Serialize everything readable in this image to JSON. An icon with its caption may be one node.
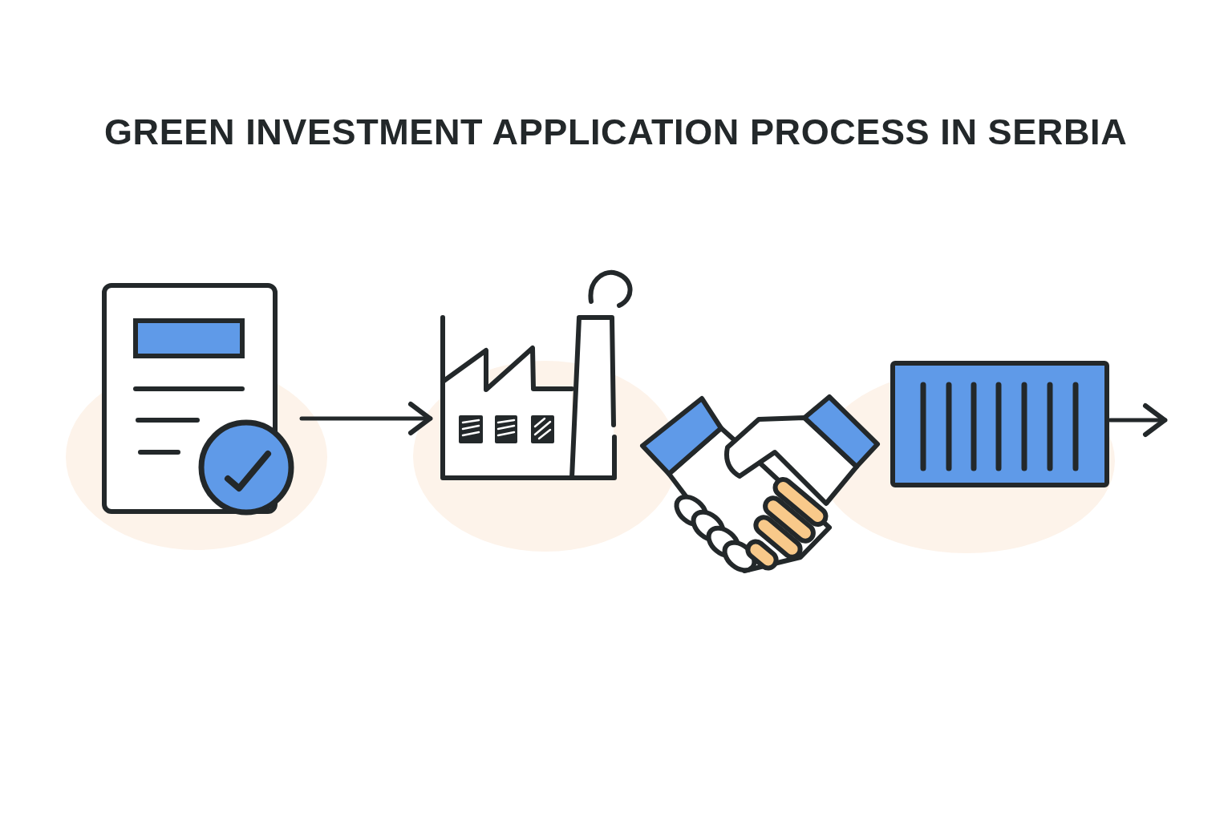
{
  "diagram": {
    "title": "GREEN INVESTMENT APPLICATION PROCESS IN SERBIA",
    "nodes": [
      {
        "text": [],
        "shape": "picture"
      },
      {
        "text": [],
        "shape": "picture"
      },
      {
        "text": [],
        "shape": "picture"
      },
      {
        "text": [],
        "shape": "picture"
      }
    ],
    "edges": [
      {
        "from": 0,
        "to": 1,
        "arrow": "to"
      },
      {
        "from": 3,
        "to": null,
        "arrow": "to"
      }
    ]
  }
}
